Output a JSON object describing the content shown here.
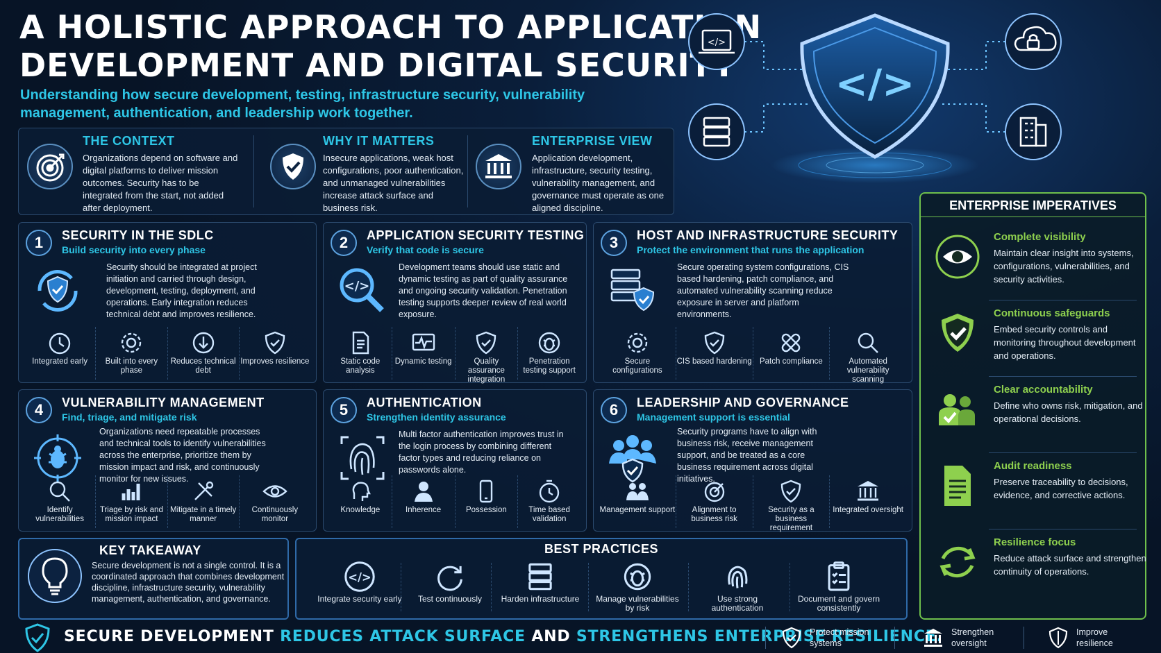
{
  "header": {
    "title_line1": "A HOLISTIC APPROACH TO APPLICATION",
    "title_line2": "DEVELOPMENT AND DIGITAL SECURITY",
    "subtitle": "Understanding how secure development, testing, infrastructure security, vulnerability management, authentication, and leadership work together."
  },
  "context": [
    {
      "title": "THE CONTEXT",
      "text": "Organizations depend on software and digital platforms to deliver mission outcomes. Security has to be integrated from the start, not added after deployment.",
      "icon": "target-icon"
    },
    {
      "title": "WHY IT MATTERS",
      "text": "Insecure applications, weak host configurations, poor authentication, and unmanaged vulnerabilities increase attack surface and business risk.",
      "icon": "shield-check-icon"
    },
    {
      "title": "ENTERPRISE VIEW",
      "text": "Application development, infrastructure, security testing, vulnerability management, and governance must operate as one aligned discipline.",
      "icon": "institution-icon"
    }
  ],
  "cards": [
    {
      "num": "1",
      "title": "SECURITY IN THE SDLC",
      "subtitle": "Build security into every phase",
      "text": "Security should be integrated at project initiation and carried through design, development, testing, deployment, and operations. Early integration reduces technical debt and improves resilience.",
      "items": [
        "Integrated early",
        "Built into every phase",
        "Reduces technical debt",
        "Improves resilience"
      ]
    },
    {
      "num": "2",
      "title": "APPLICATION SECURITY TESTING",
      "subtitle": "Verify that code is secure",
      "text": "Development teams should use static and dynamic testing as part of quality assurance and ongoing security validation. Penetration testing supports deeper review of real world exposure.",
      "items": [
        "Static code analysis",
        "Dynamic testing",
        "Quality assurance integration",
        "Penetration testing support"
      ]
    },
    {
      "num": "3",
      "title": "HOST AND INFRASTRUCTURE SECURITY",
      "subtitle": "Protect the environment that runs the application",
      "text": "Secure operating system configurations, CIS based hardening, patch compliance, and automated vulnerability scanning reduce exposure in server and platform environments.",
      "items": [
        "Secure configurations",
        "CIS based hardening",
        "Patch compliance",
        "Automated vulnerability scanning"
      ]
    },
    {
      "num": "4",
      "title": "VULNERABILITY MANAGEMENT",
      "subtitle": "Find, triage, and mitigate risk",
      "text": "Organizations need repeatable processes and technical tools to identify vulnerabilities across the enterprise, prioritize them by mission impact and risk, and continuously monitor for new issues.",
      "items": [
        "Identify vulnerabilities",
        "Triage by risk and mission impact",
        "Mitigate in a timely manner",
        "Continuously monitor"
      ]
    },
    {
      "num": "5",
      "title": "AUTHENTICATION",
      "subtitle": "Strengthen identity assurance",
      "text": "Multi factor authentication improves trust in the login process by combining different factor types and reducing reliance on passwords alone.",
      "items": [
        "Knowledge",
        "Inherence",
        "Possession",
        "Time based validation"
      ]
    },
    {
      "num": "6",
      "title": "LEADERSHIP AND GOVERNANCE",
      "subtitle": "Management support is essential",
      "text": "Security programs have to align with business risk, receive management support, and be treated as a core business requirement across digital initiatives.",
      "items": [
        "Management support",
        "Alignment to business risk",
        "Security as a business requirement",
        "Integrated oversight"
      ]
    }
  ],
  "enterprise": {
    "title": "ENTERPRISE IMPERATIVES",
    "items": [
      {
        "title": "Complete visibility",
        "text": "Maintain clear insight into systems, configurations, vulnerabilities, and security activities."
      },
      {
        "title": "Continuous safeguards",
        "text": "Embed security controls and monitoring throughout development and operations."
      },
      {
        "title": "Clear accountability",
        "text": "Define who owns risk, mitigation, and operational decisions."
      },
      {
        "title": "Audit readiness",
        "text": "Preserve traceability to decisions, evidence, and corrective actions."
      },
      {
        "title": "Resilience focus",
        "text": "Reduce attack surface and strengthen continuity of operations."
      }
    ]
  },
  "takeaway": {
    "title": "KEY TAKEAWAY",
    "text": "Secure development is not a single control. It is a coordinated approach that combines development discipline, infrastructure security, vulnerability management, authentication, and governance."
  },
  "best": {
    "title": "BEST PRACTICES",
    "items": [
      "Integrate security early",
      "Test continuously",
      "Harden infrastructure",
      "Manage vulnerabilities by risk",
      "Use strong authentication",
      "Document and govern consistently"
    ]
  },
  "footer": {
    "t1": "SECURE DEVELOPMENT",
    "t2": "REDUCES ATTACK SURFACE",
    "t3": "AND",
    "t4": "STRENGTHENS ENTERPRISE RESILIENCE.",
    "items": [
      "Protect mission systems",
      "Strengthen oversight",
      "Improve resilience"
    ]
  },
  "colors": {
    "accent": "#2ec6e6",
    "green": "#8ed04e",
    "bg": "#071426",
    "border": "#2b4a6e"
  }
}
